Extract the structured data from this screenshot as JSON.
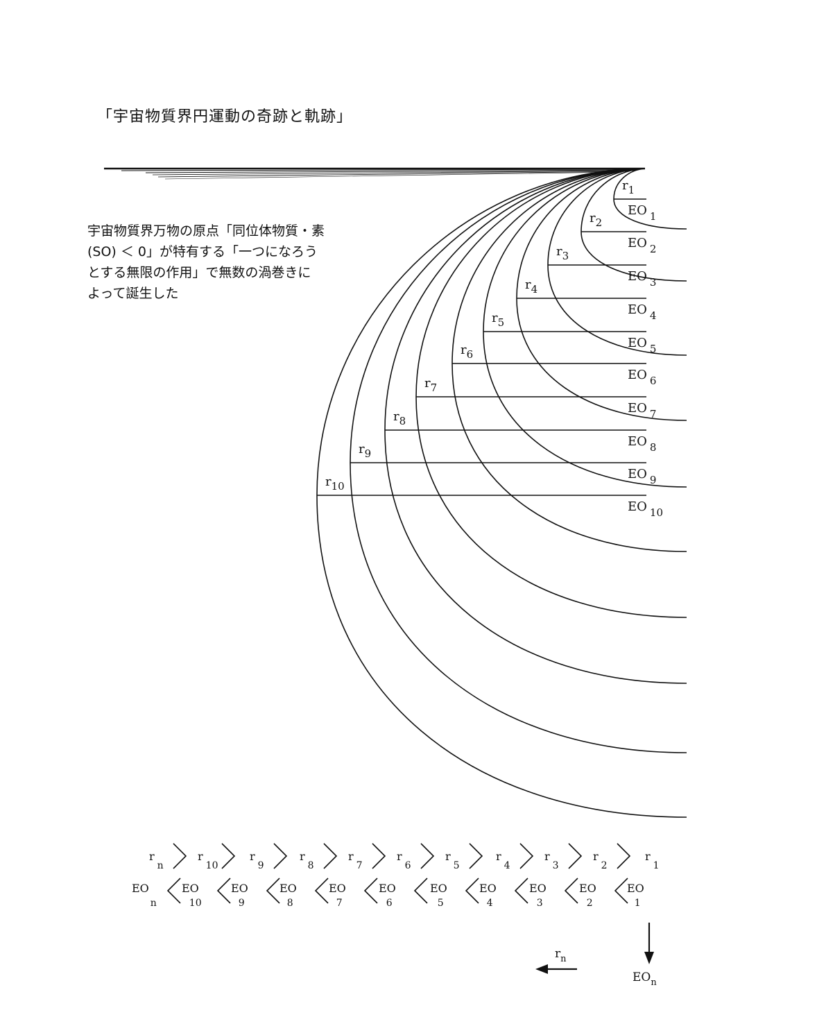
{
  "title": "「宇宙物質界円運動の奇跡と軌跡」",
  "description_lines": [
    "宇宙物質界万物の原点「同位体物質・素",
    "(SO) ＜ 0」が特有する「一つになろう",
    "とする無限の作用」で無数の渦巻きに",
    "よって誕生した"
  ],
  "diagram": {
    "r_labels": [
      {
        "base": "r",
        "sub": "1"
      },
      {
        "base": "r",
        "sub": "2"
      },
      {
        "base": "r",
        "sub": "3"
      },
      {
        "base": "r",
        "sub": "4"
      },
      {
        "base": "r",
        "sub": "5"
      },
      {
        "base": "r",
        "sub": "6"
      },
      {
        "base": "r",
        "sub": "7"
      },
      {
        "base": "r",
        "sub": "8"
      },
      {
        "base": "r",
        "sub": "9"
      },
      {
        "base": "r",
        "sub": "10"
      }
    ],
    "eo_labels": [
      {
        "base": "EO",
        "sub": "1"
      },
      {
        "base": "EO",
        "sub": "2"
      },
      {
        "base": "EO",
        "sub": "3"
      },
      {
        "base": "EO",
        "sub": "4"
      },
      {
        "base": "EO",
        "sub": "5"
      },
      {
        "base": "EO",
        "sub": "6"
      },
      {
        "base": "EO",
        "sub": "7"
      },
      {
        "base": "EO",
        "sub": "8"
      },
      {
        "base": "EO",
        "sub": "9"
      },
      {
        "base": "EO",
        "sub": "10"
      }
    ]
  },
  "r_sequence": [
    {
      "base": "r",
      "sub": "n"
    },
    {
      "base": "r",
      "sub": "10"
    },
    {
      "base": "r",
      "sub": "9"
    },
    {
      "base": "r",
      "sub": "8"
    },
    {
      "base": "r",
      "sub": "7"
    },
    {
      "base": "r",
      "sub": "6"
    },
    {
      "base": "r",
      "sub": "5"
    },
    {
      "base": "r",
      "sub": "4"
    },
    {
      "base": "r",
      "sub": "3"
    },
    {
      "base": "r",
      "sub": "2"
    },
    {
      "base": "r",
      "sub": "1"
    }
  ],
  "eo_sequence": [
    {
      "base": "EO",
      "sub": "n"
    },
    {
      "base": "EO",
      "sub": "10"
    },
    {
      "base": "EO",
      "sub": "9"
    },
    {
      "base": "EO",
      "sub": "8"
    },
    {
      "base": "EO",
      "sub": "7"
    },
    {
      "base": "EO",
      "sub": "6"
    },
    {
      "base": "EO",
      "sub": "5"
    },
    {
      "base": "EO",
      "sub": "4"
    },
    {
      "base": "EO",
      "sub": "3"
    },
    {
      "base": "EO",
      "sub": "2"
    },
    {
      "base": "EO",
      "sub": "1"
    }
  ],
  "legend": {
    "r_arrow": {
      "base": "r",
      "sub": "n"
    },
    "eo_arrow": {
      "base": "EO",
      "sub": "n"
    }
  }
}
